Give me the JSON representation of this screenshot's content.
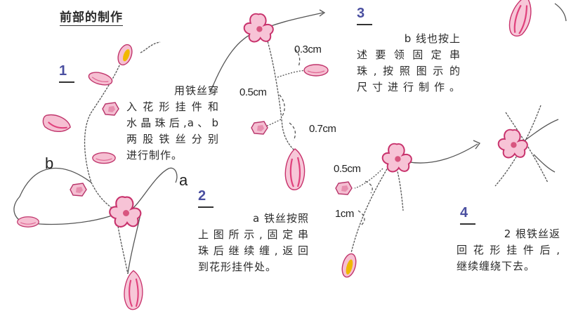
{
  "heading": "前部的制作",
  "steps": [
    {
      "num": "1",
      "lines": [
        "用铁丝穿",
        "入花形挂件和",
        "水晶珠后,a、b",
        "两股铁丝分别",
        "进行制作。"
      ]
    },
    {
      "num": "2",
      "lines": [
        "a 铁丝按照",
        "上图所示,固定串",
        "珠后继续缠,返回",
        "到花形挂件处。"
      ]
    },
    {
      "num": "3",
      "lines": [
        "b 线也按上",
        "述要领固定串",
        "珠,按照图示的",
        "尺寸进行制作。"
      ]
    },
    {
      "num": "4",
      "lines": [
        "2 根铁丝返",
        "回花形挂件后,",
        "继续缠绕下去。"
      ]
    }
  ],
  "wire_labels": {
    "a": "a",
    "b": "b"
  },
  "measurements": {
    "m03": "0.3cm",
    "m05a": "0.5cm",
    "m07": "0.7cm",
    "m05b": "0.5cm",
    "m1": "1cm"
  },
  "colors": {
    "petal": "#e0417c",
    "petal_light": "#f6b9cf",
    "bead": "#b8346a",
    "wire": "#555555",
    "yellow": "#f0b800",
    "accent": "#4a4fa0"
  }
}
